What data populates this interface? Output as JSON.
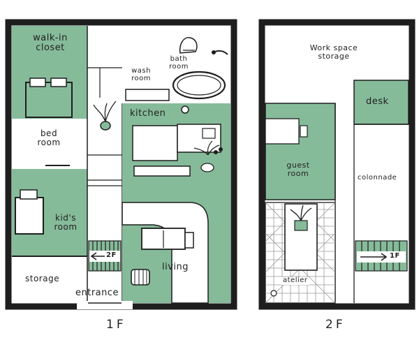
{
  "colors": {
    "wall": "#1e1e1e",
    "green": "#86bb9a",
    "white": "#ffffff",
    "line": "#2a2a2a"
  },
  "floor1": {
    "label": "1F",
    "rooms": {
      "walk_in_closet": "walk-in closet",
      "bedroom": "bed room",
      "wash_room": "wash room",
      "bath_room": "bath room",
      "kitchen": "kitchen",
      "kids_room": "kid's room",
      "living": "living",
      "storage": "storage",
      "entrance": "entrance"
    },
    "stair_label": "2F"
  },
  "floor2": {
    "label": "2F",
    "rooms": {
      "work_space_storage": "Work space storage",
      "desk": "desk",
      "guest_room": "guest room",
      "colonnade": "colonnade",
      "atelier": "atelier"
    },
    "stair_label": "1F"
  }
}
